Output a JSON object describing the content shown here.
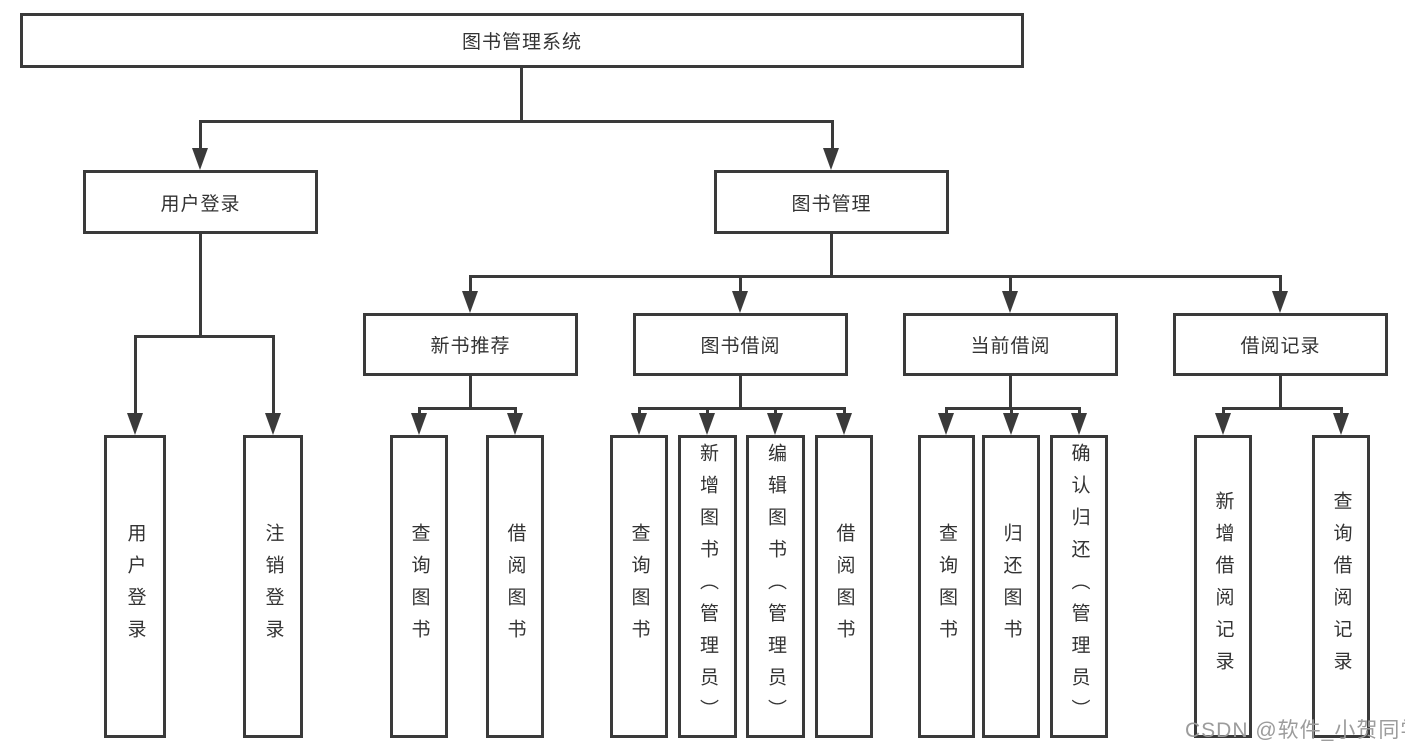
{
  "diagram": {
    "root": {
      "label": "图书管理系统"
    },
    "branches": [
      {
        "label": "用户登录",
        "children": [
          {
            "label": "用户登录"
          },
          {
            "label": "注销登录"
          }
        ]
      },
      {
        "label": "图书管理",
        "children": [
          {
            "label": "新书推荐",
            "children": [
              {
                "label": "查询图书"
              },
              {
                "label": "借阅图书"
              }
            ]
          },
          {
            "label": "图书借阅",
            "children": [
              {
                "label": "查询图书"
              },
              {
                "label": "新增图书（管理员）"
              },
              {
                "label": "编辑图书（管理员）"
              },
              {
                "label": "借阅图书"
              }
            ]
          },
          {
            "label": "当前借阅",
            "children": [
              {
                "label": "查询图书"
              },
              {
                "label": "归还图书"
              },
              {
                "label": "确认归还（管理员）"
              }
            ]
          },
          {
            "label": "借阅记录",
            "children": [
              {
                "label": "新增借阅记录"
              },
              {
                "label": "查询借阅记录"
              }
            ]
          }
        ]
      }
    ]
  },
  "watermark": {
    "text": "CSDN @软件_小贺同学"
  },
  "colors": {
    "line": "#3a3a3a",
    "text": "#333333",
    "bg": "#ffffff",
    "watermark": "#9c9c9c"
  }
}
